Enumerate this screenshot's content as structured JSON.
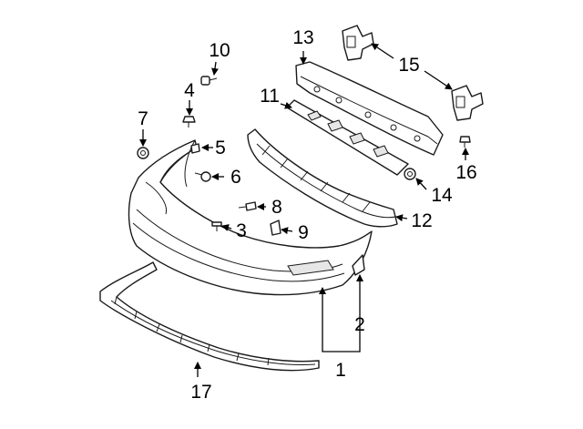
{
  "diagram": {
    "callouts": [
      {
        "id": "c1",
        "label": "1"
      },
      {
        "id": "c2",
        "label": "2"
      },
      {
        "id": "c3",
        "label": "3"
      },
      {
        "id": "c4",
        "label": "4"
      },
      {
        "id": "c5",
        "label": "5"
      },
      {
        "id": "c6",
        "label": "6"
      },
      {
        "id": "c7",
        "label": "7"
      },
      {
        "id": "c8",
        "label": "8"
      },
      {
        "id": "c9",
        "label": "9"
      },
      {
        "id": "c10",
        "label": "10"
      },
      {
        "id": "c11",
        "label": "11"
      },
      {
        "id": "c12",
        "label": "12"
      },
      {
        "id": "c13",
        "label": "13"
      },
      {
        "id": "c14",
        "label": "14"
      },
      {
        "id": "c15",
        "label": "15"
      },
      {
        "id": "c16",
        "label": "16"
      },
      {
        "id": "c17",
        "label": "17"
      }
    ],
    "colors": {
      "line": "#1a1a1a",
      "background": "#ffffff",
      "shade": "#e6e6e6"
    }
  }
}
